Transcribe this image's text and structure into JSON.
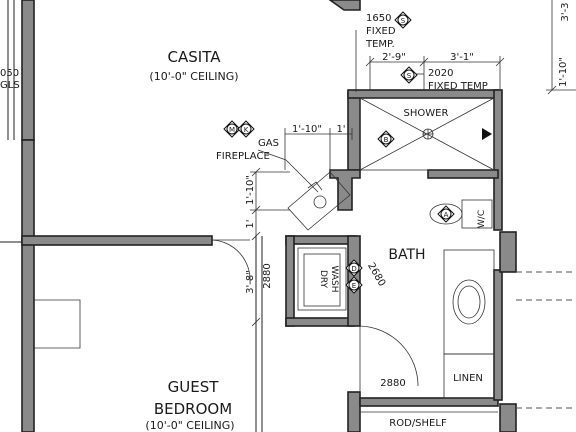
{
  "rooms": {
    "casita": {
      "name": "CASITA",
      "ceiling": "(10'-0\" CEILING)"
    },
    "guest": {
      "name1": "GUEST",
      "name2": "BEDROOM",
      "ceiling": "(10'-0\" CEILING)"
    },
    "bath": "BATH",
    "shower": "SHOWER",
    "linen": "LINEN",
    "rod_shelf": "ROD/SHELF"
  },
  "notes": {
    "window_1650_a": "1650",
    "window_1650_b": "FIXED",
    "window_1650_c": "TEMP.",
    "window_2020_a": "2020",
    "window_2020_b": "FIXED TEMP",
    "gas_fireplace_a": "GAS",
    "gas_fireplace_b": "FIREPLACE",
    "wc": "W/C",
    "dry": "DRY",
    "wash": "WASH",
    "left_cut_a": "050",
    "left_cut_b": "GLS"
  },
  "dimensions": {
    "d_2_9": "2'-9\"",
    "d_3_1": "3'-1\"",
    "d_1_10_top": "1'-10\"",
    "d_1": "1'",
    "d_1_10_vert": "1'-10\"",
    "d_1_vert": "1'",
    "d_3_8": "3'-8\"",
    "d_2880_a": "2880",
    "d_2680": "2680",
    "d_2880_b": "2880",
    "d_1_10_right": "1'-10\"",
    "d_3_right": "3'-3"
  },
  "tags": {
    "s1": "S",
    "s2": "S",
    "m": "M",
    "k": "K",
    "b": "B",
    "a": "A",
    "d": "D",
    "e": "E"
  }
}
